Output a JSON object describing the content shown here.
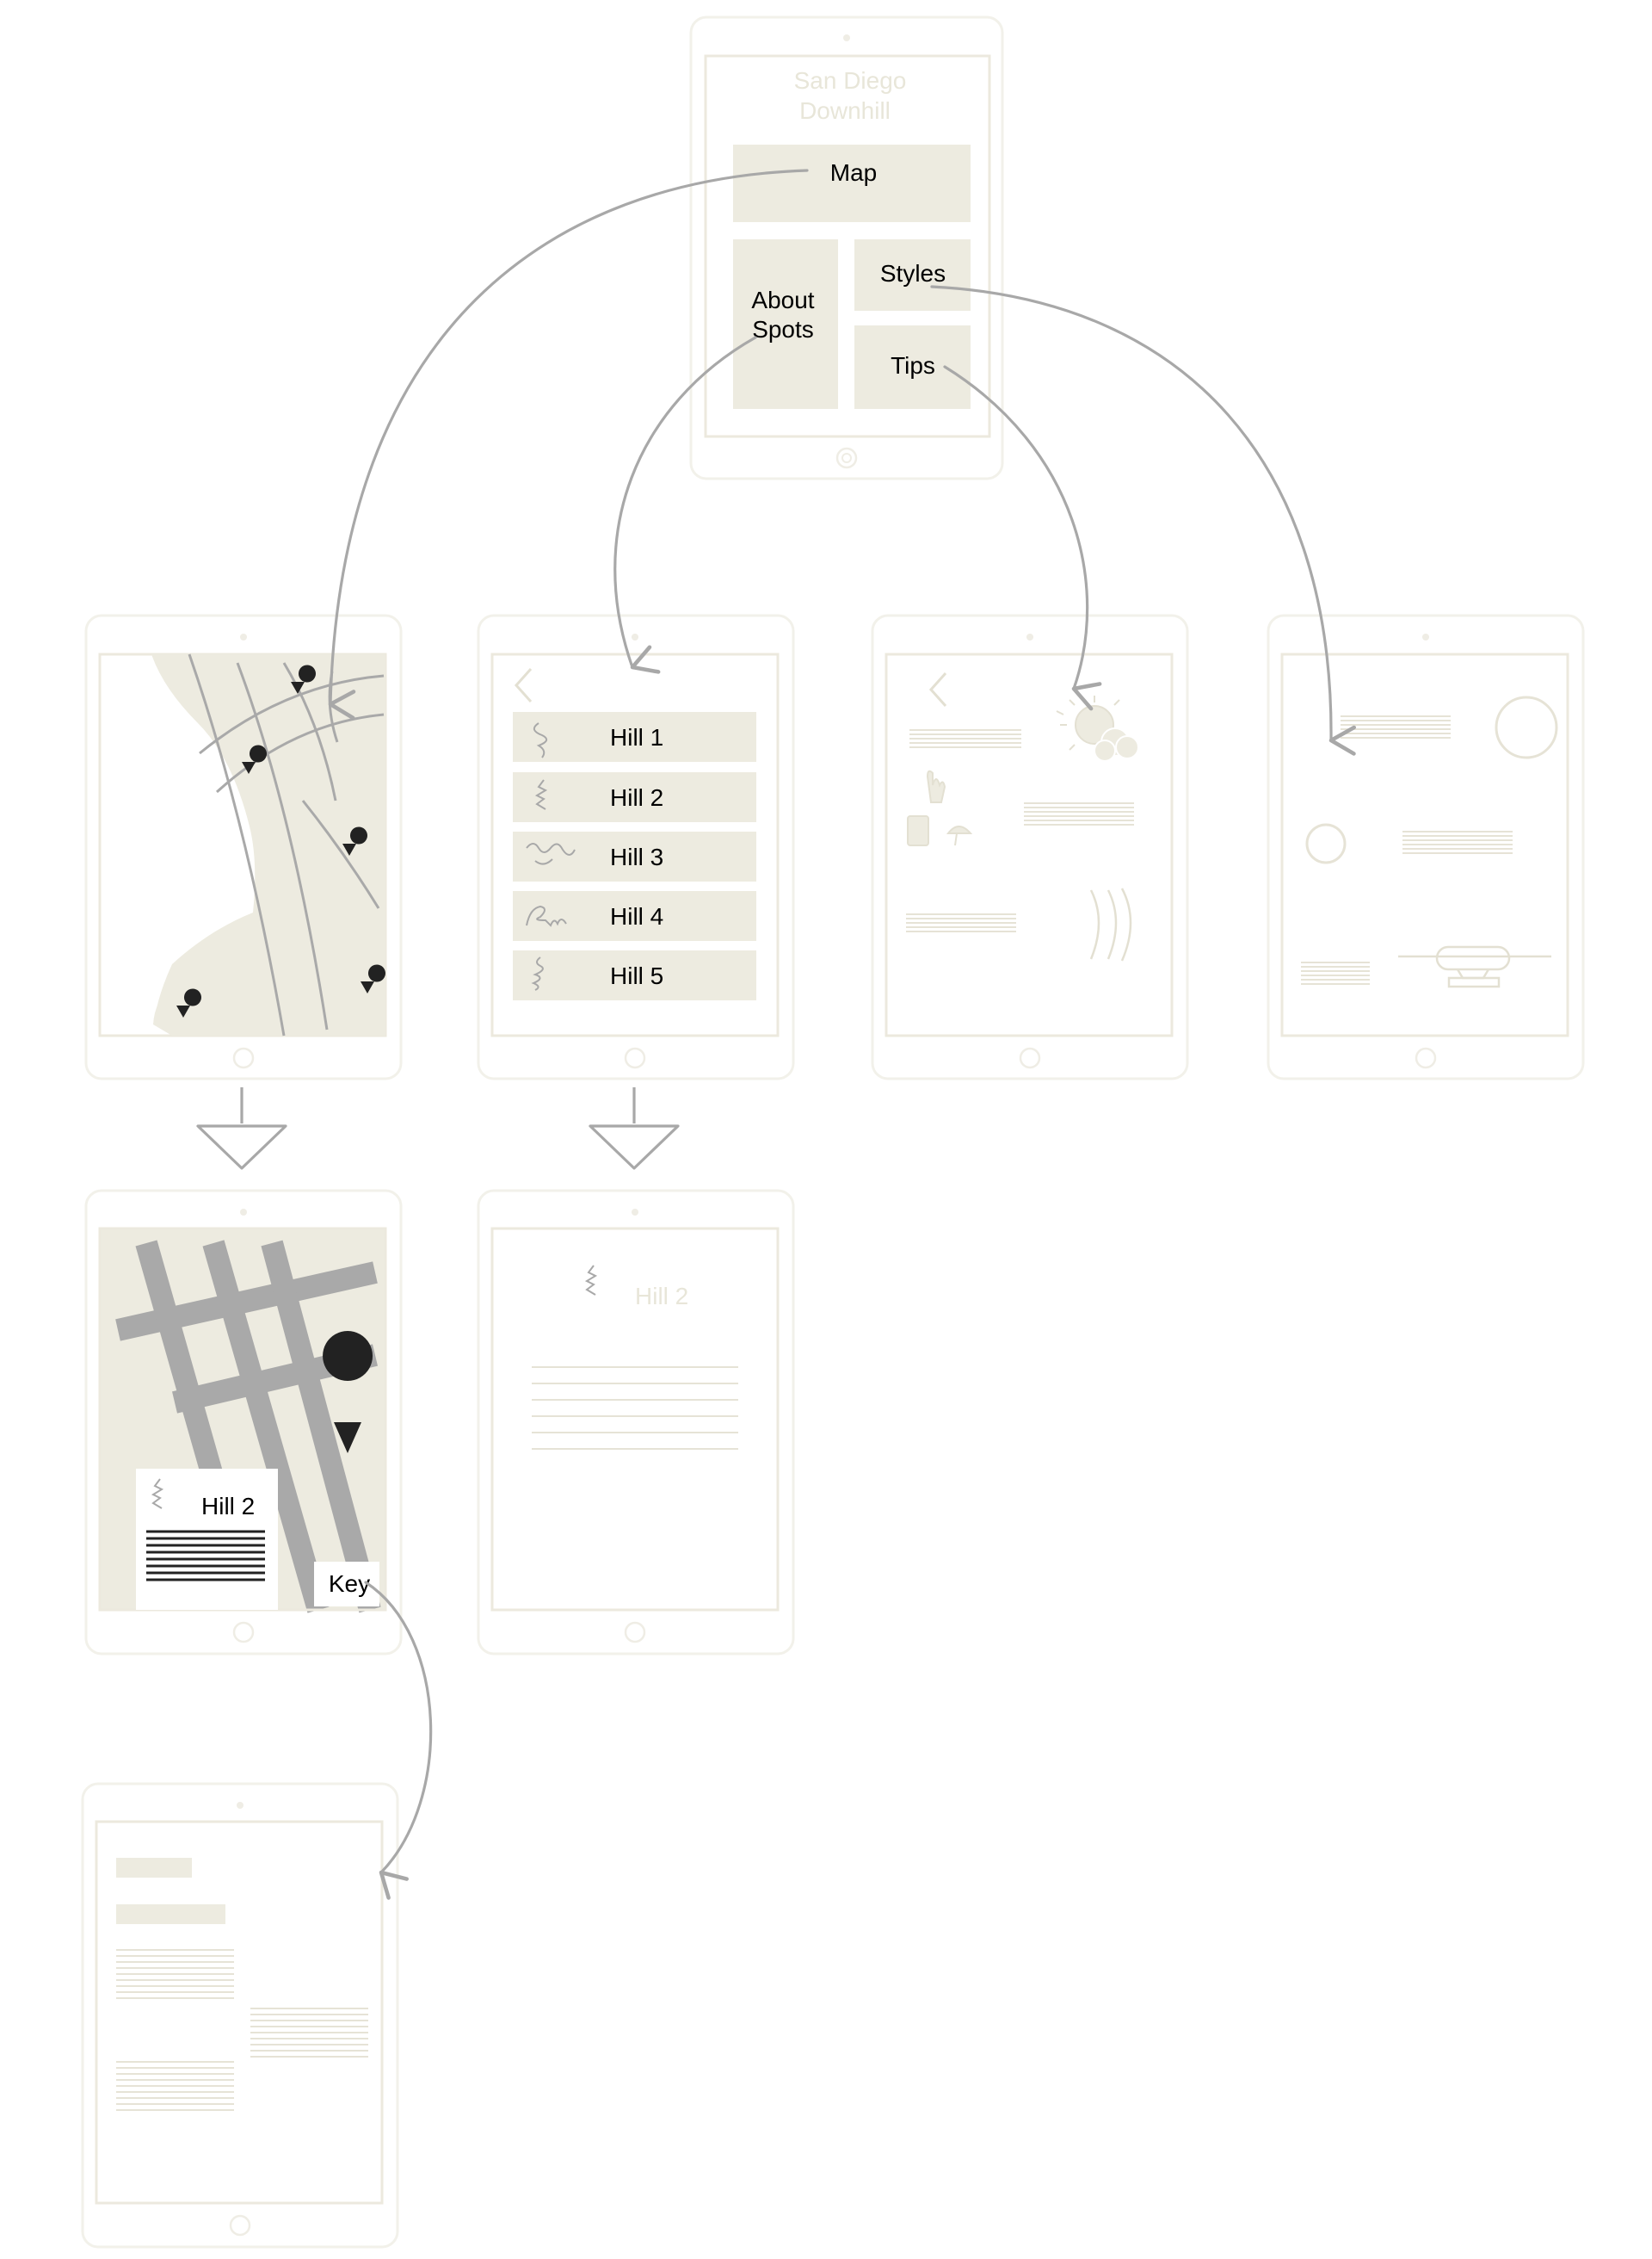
{
  "home": {
    "title_line1": "San Diego",
    "title_line2": "Downhill",
    "map_label": "Map",
    "about_line1": "About",
    "about_line2": "Spots",
    "styles_label": "Styles",
    "tips_label": "Tips"
  },
  "spots_list": {
    "items": [
      {
        "label": "Hill 1"
      },
      {
        "label": "Hill 2"
      },
      {
        "label": "Hill 3"
      },
      {
        "label": "Hill 4"
      },
      {
        "label": "Hill 5"
      }
    ]
  },
  "map_detail": {
    "popup_title": "Hill 2",
    "key_label": "Key"
  },
  "spot_detail": {
    "title": "Hill 2"
  },
  "colors": {
    "tile": "#edebe0",
    "frame": "#f0efe8",
    "frame_inner": "#e9e7dc",
    "arrow": "#a8a8a8",
    "street": "#a9a9a9",
    "pin": "#222222",
    "faint_text": "#e8e6d9"
  }
}
